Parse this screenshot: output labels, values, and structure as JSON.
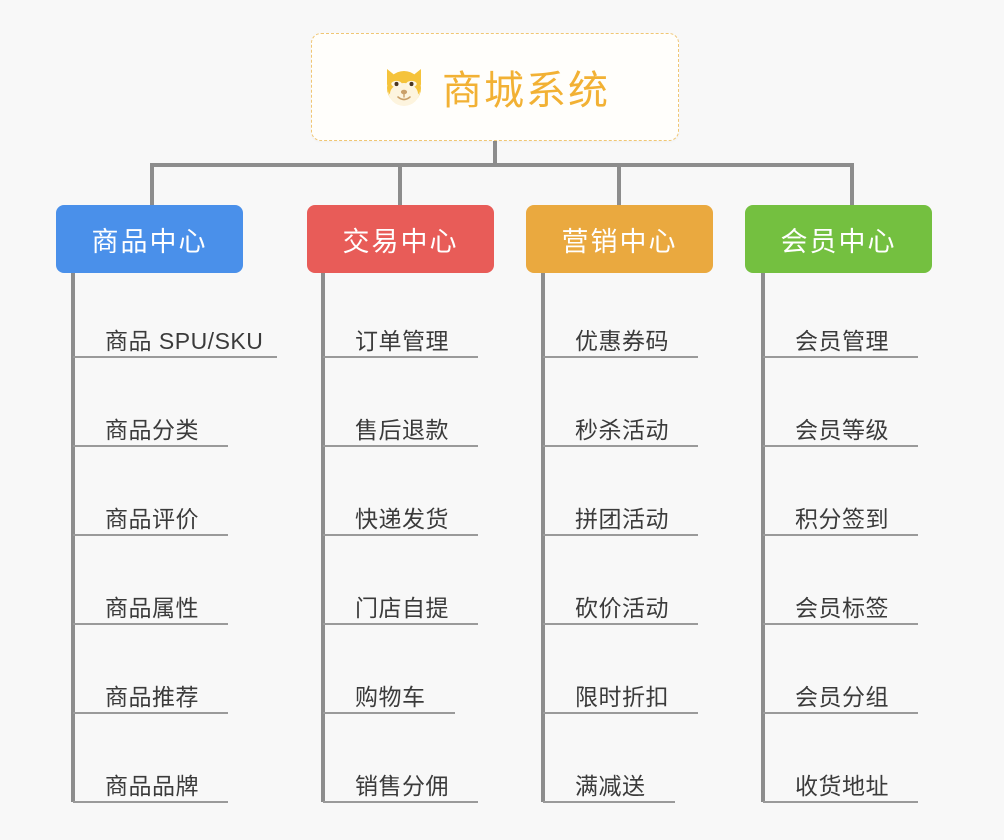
{
  "meta": {
    "background_color": "#f8f8f8",
    "line_color": "#8d8d8d",
    "leaf_rule_color": "#9a9a9a",
    "leaf_text_color": "#3b3b3b"
  },
  "root": {
    "title": "商城系统",
    "icon": "shiba-dog-face-icon",
    "accent_color": "#f2b134",
    "border_color": "#f0c674",
    "background": "#fffefb"
  },
  "branches": [
    {
      "id": "product-center",
      "label": "商品中心",
      "color": "#4a90ea",
      "items": [
        "商品 SPU/SKU",
        "商品分类",
        "商品评价",
        "商品属性",
        "商品推荐",
        "商品品牌"
      ]
    },
    {
      "id": "trade-center",
      "label": "交易中心",
      "color": "#e85c58",
      "items": [
        "订单管理",
        "售后退款",
        "快递发货",
        "门店自提",
        "购物车",
        "销售分佣"
      ]
    },
    {
      "id": "marketing-center",
      "label": "营销中心",
      "color": "#eaa93f",
      "items": [
        "优惠券码",
        "秒杀活动",
        "拼团活动",
        "砍价活动",
        "限时折扣",
        "满减送"
      ]
    },
    {
      "id": "member-center",
      "label": "会员中心",
      "color": "#74c040",
      "items": [
        "会员管理",
        "会员等级",
        "积分签到",
        "会员标签",
        "会员分组",
        "收货地址"
      ]
    }
  ]
}
